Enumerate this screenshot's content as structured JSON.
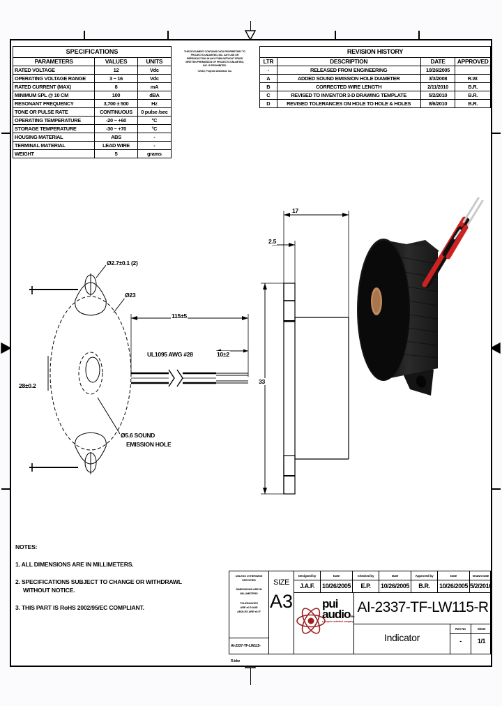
{
  "document": {
    "part_number": "AI-2337-TF-LW115-R",
    "description": "Indicator",
    "size": "A3",
    "revision": "-",
    "sheet": "1/1",
    "filename": "AI-2337-TF-LW115-R.idw"
  },
  "specifications": {
    "title": "SPECIFICATIONS",
    "headers": [
      "PARAMETERS",
      "VALUES",
      "UNITS"
    ],
    "rows": [
      {
        "parameter": "RATED VOLTAGE",
        "value": "12",
        "unit": "Vdc"
      },
      {
        "parameter": "OPERATING VOLTAGE RANGE",
        "value": "3 ~ 16",
        "unit": "Vdc"
      },
      {
        "parameter": "RATED CURRENT (MAX)",
        "value": "8",
        "unit": "mA"
      },
      {
        "parameter": "MINIMUM SPL @ 10 CM",
        "value": "100",
        "unit": "dBA"
      },
      {
        "parameter": "RESONANT FREQUENCY",
        "value": "3,700 ± 500",
        "unit": "Hz"
      },
      {
        "parameter": "TONE OR PULSE RATE",
        "value": "CONTINUOUS",
        "unit": "0 pulse /sec"
      },
      {
        "parameter": "OPERATING TEMPERATURE",
        "value": "-20 ~ +60",
        "unit": "°C"
      },
      {
        "parameter": "STORAGE TEMPERATURE",
        "value": "-30 ~ +70",
        "unit": "°C"
      },
      {
        "parameter": "HOUSING MATERIAL",
        "value": "ABS",
        "unit": "-"
      },
      {
        "parameter": "TERMINAL MATERIAL",
        "value": "LEAD WIRE",
        "unit": "-"
      },
      {
        "parameter": "WEIGHT",
        "value": "5",
        "unit": "grams"
      }
    ]
  },
  "revision_history": {
    "title": "REVISION HISTORY",
    "headers": [
      "LTR",
      "DESCRIPTION",
      "DATE",
      "APPROVED"
    ],
    "rows": [
      {
        "ltr": "-",
        "description": "RELEASED FROM ENGINEERING",
        "date": "10/26/2005",
        "approved": ""
      },
      {
        "ltr": "A",
        "description": "ADDED SOUND EMISSION HOLE DIAMETER",
        "date": "3/3/2008",
        "approved": "R.W."
      },
      {
        "ltr": "B",
        "description": "CORRECTED WIRE LENGTH",
        "date": "2/11/2010",
        "approved": "B.R."
      },
      {
        "ltr": "C",
        "description": "REVISED TO INVENTOR 3-D DRAWING TEMPLATE",
        "date": "5/2/2010",
        "approved": "B.R."
      },
      {
        "ltr": "D",
        "description": "REVISED TOLERANCES ON HOLE TO HOLE & HOLES",
        "date": "8/6/2010",
        "approved": "B.R."
      }
    ]
  },
  "proprietary_notice": [
    "THIS DOCUMENT CONTAINS DATA PROPRIETARY TO",
    "PROJECTS UNLIMITED, INC. ANY USE OR",
    "REPRODUCTION IN ANY FORM WITHOUT PRIOR",
    "WRITTEN PERMISSION OF PROJECTS UNLIMITED,",
    "INC. IS PROHIBITED.",
    "©2010, Projects Unlimited, Inc."
  ],
  "notes": {
    "heading": "NOTES:",
    "items": [
      "1. ALL DIMENSIONS ARE IN MILLIMETERS.",
      "2. SPECIFICATIONS SUBJECT TO CHANGE OR WITHDRAWL",
      "WITHOUT NOTICE.",
      "3. THIS PART IS RoHS 2002/95/EC COMPLIANT."
    ]
  },
  "dimensions": {
    "front_view": {
      "mounting_hole": "Ø2.7±0.1 (2)",
      "body_diameter": "Ø23",
      "overall_height": "28±0.2",
      "sound_hole": "Ø5.6 SOUND",
      "sound_hole_line2": "EMISSION HOLE",
      "wire_length": "115±5",
      "wire_spec": "UL1095 AWG #28",
      "strip_length": "10±2"
    },
    "side_view": {
      "width": "17",
      "flange_thickness": "2.5",
      "height": "33"
    }
  },
  "title_block": {
    "tolerance_note": [
      "UNLESS OTHERWISE",
      "SPECIFIED",
      "DIMENSIONS ARE IN",
      "MILLIMETERS",
      "TOLERANCES",
      "ARE ±0.5 AND",
      "ANGLES ARE ±0.5°"
    ],
    "size_label": "SIZE",
    "fields": [
      {
        "label": "Designed by",
        "value": "J.A.F."
      },
      {
        "label": "Date",
        "value": "10/26/2005"
      },
      {
        "label": "Checked by",
        "value": "E.P."
      },
      {
        "label": "Date",
        "value": "10/26/2005"
      },
      {
        "label": "Approved by",
        "value": "B.R."
      },
      {
        "label": "Date",
        "value": "10/26/2005"
      },
      {
        "label": "Drawn Date",
        "value": "5/2/2010"
      }
    ],
    "rev_label": "Rev No",
    "sheet_label": "Sheet",
    "logo": {
      "line1": "pui",
      "line2": "audio",
      "suffix": "inc",
      "tagline": "a projects unlimited company",
      "color": "#9e1f1f"
    }
  },
  "colors": {
    "line": "#000000",
    "paper": "#ffffff",
    "background": "#fbfafd",
    "logo_red": "#9e1f1f",
    "wire_red": "#cc2222",
    "wire_black": "#111111",
    "body_black": "#1a1a1a",
    "hole_tan": "#c08a5e"
  }
}
